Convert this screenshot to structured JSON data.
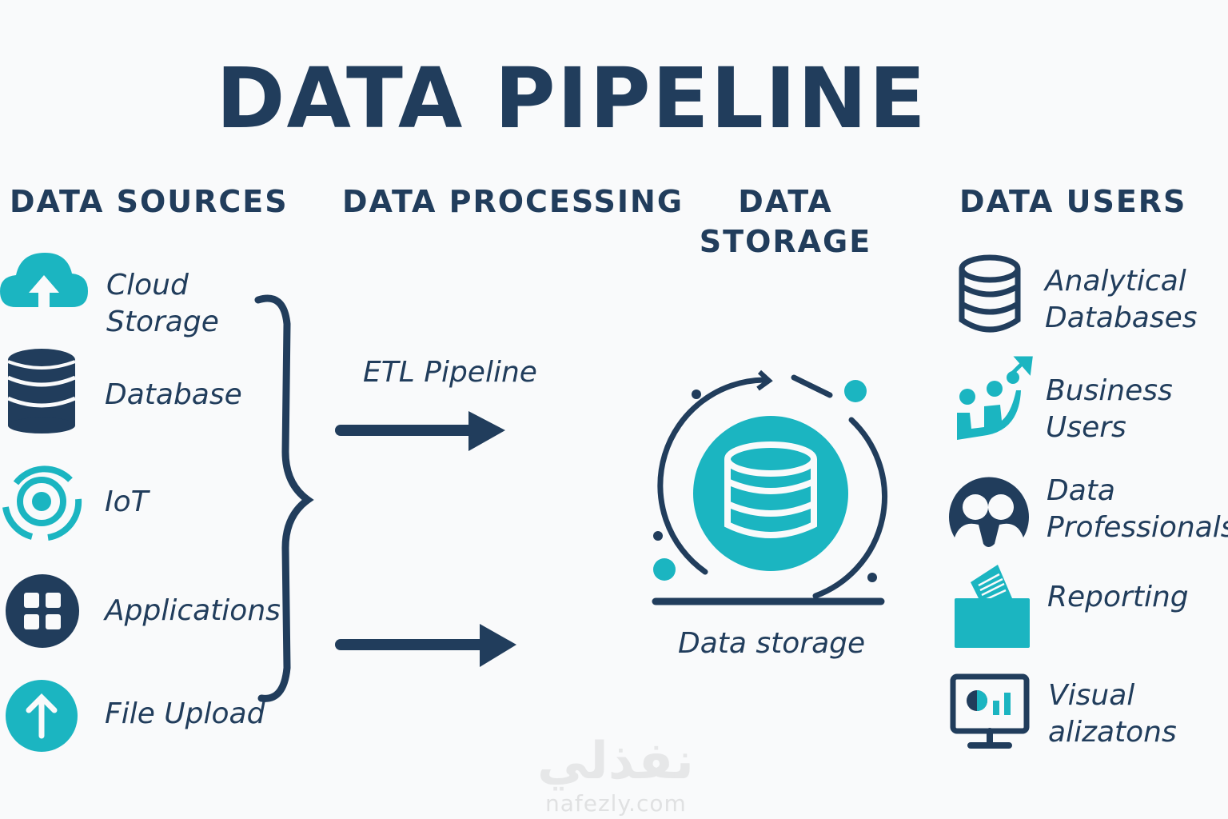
{
  "title": "DATA PIPELINE",
  "columns": {
    "sources": "DATA SOURCES",
    "processing": "DATA PROCESSING",
    "storage_line1": "DATA",
    "storage_line2": "STORAGE",
    "users": "DATA USERS"
  },
  "sources": [
    {
      "line1": "Cloud",
      "line2": "Storage",
      "icon": "cloud-upload-icon"
    },
    {
      "line1": "Database",
      "icon": "database-icon"
    },
    {
      "line1": "IoT",
      "icon": "iot-signal-icon"
    },
    {
      "line1": "Applications",
      "icon": "applications-grid-icon"
    },
    {
      "line1": "File Upload",
      "icon": "upload-arrow-icon"
    }
  ],
  "processing": {
    "etl_label": "ETL Pipeline"
  },
  "storage": {
    "label": "Data storage"
  },
  "users": [
    {
      "line1": "Analytical",
      "line2": "Databases",
      "icon": "database-outline-icon"
    },
    {
      "line1": "Business",
      "line2": "Users",
      "icon": "business-growth-icon"
    },
    {
      "line1": "Data",
      "line2": "Professionals",
      "icon": "people-icon"
    },
    {
      "line1": "Reporting",
      "icon": "report-folder-icon"
    },
    {
      "line1": "Visual",
      "line2": "alizatons",
      "icon": "monitor-chart-icon"
    }
  ],
  "watermark": {
    "arabic": "نفذلي",
    "latin": "nafezly.com"
  },
  "colors": {
    "navy": "#213d5c",
    "teal": "#1bb5c1",
    "background": "#f9fafb"
  }
}
